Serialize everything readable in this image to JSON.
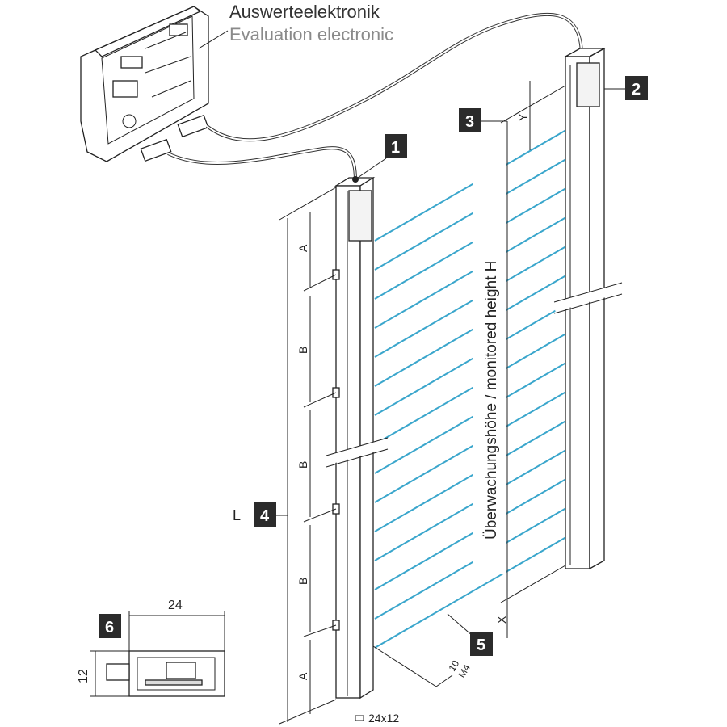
{
  "title": {
    "german": "Auswerteelektronik",
    "english": "Evaluation electronic"
  },
  "callouts": [
    "1",
    "2",
    "3",
    "4",
    "5",
    "6"
  ],
  "dimensions": {
    "A": "A",
    "B": "B",
    "L": "L",
    "X": "X",
    "Y": "Y",
    "monitored_height": "Überwachungshöhe / monitored height H",
    "thread_size": "10",
    "thread": "M4",
    "profile": "24x12",
    "width": "24",
    "height": "12"
  },
  "colors": {
    "beam": "#3aa6cc",
    "badge": "#2b2b2b"
  }
}
